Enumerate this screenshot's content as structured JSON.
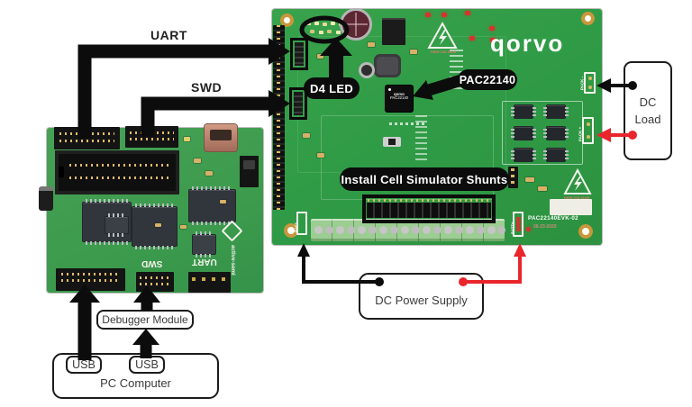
{
  "labels": {
    "uart": "UART",
    "swd": "SWD",
    "d4_led": "D4 LED",
    "pac22140": "PAC22140",
    "install_shunts": "Install Cell Simulator Shunts",
    "dc_load": "DC Load",
    "dc_power_supply": "DC Power Supply",
    "debugger_module": "Debugger Module",
    "usb_left": "USB",
    "usb_right": "USB",
    "pc_computer": "PC Computer"
  },
  "evk_board": {
    "brand": "qorvo",
    "chip": {
      "line1": "qorvo",
      "line2": "PAC22140"
    },
    "silkscreen": {
      "model": "PAC22140EVK-02",
      "date": "06-23-2020",
      "pack_plus": "PACK +",
      "pack_minus": "PACK -",
      "batt_plus": "BATT+",
      "batt_minus": "BATT-",
      "high_voltage": "HIGH VOLTAGE"
    }
  },
  "debugger_board": {
    "silkscreen": {
      "swd": "SWD",
      "uart": "UART",
      "brand": "active-semi"
    }
  },
  "colors": {
    "board_green": "#35a04a",
    "wire_black": "#0c0c0c",
    "wire_red": "#e8262c",
    "callout_bg": "#0c0c0c",
    "callout_text": "#ffffff"
  }
}
